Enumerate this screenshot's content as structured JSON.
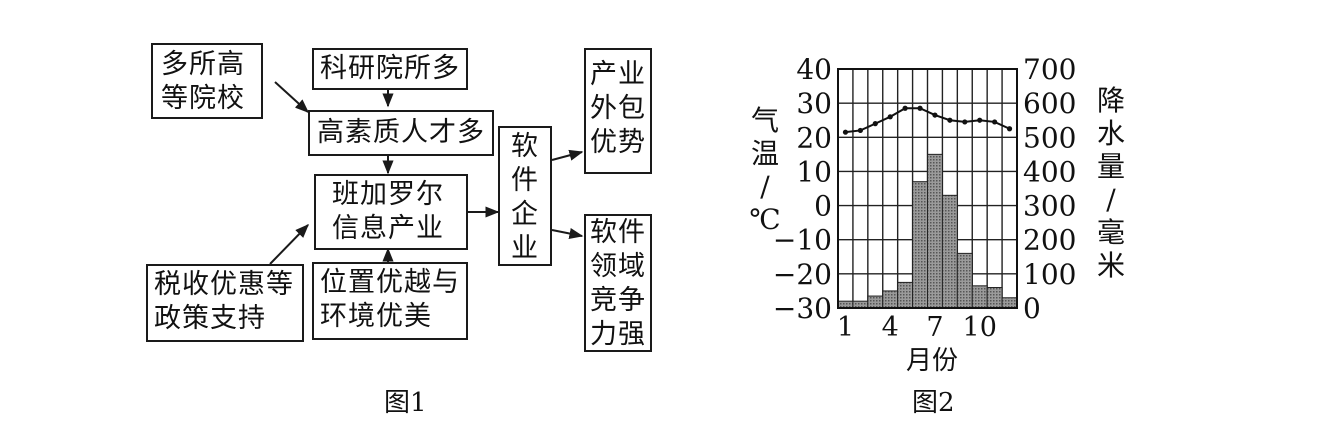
{
  "figure1": {
    "caption": "图1",
    "boxes": {
      "universities": [
        "多所高",
        "等院校"
      ],
      "research": "科研院所多",
      "talent": "高素质人才多",
      "bangalore": [
        "班加罗尔",
        "信息产业"
      ],
      "tax": [
        "税收优惠等",
        "政策支持"
      ],
      "location": [
        "位置优越与",
        "环境优美"
      ],
      "software": [
        "软",
        "件",
        "企",
        "业"
      ],
      "outsourcing": [
        "产业",
        "外包",
        "优势"
      ],
      "competitive": [
        "软件",
        "领域",
        "竞争",
        "力强"
      ]
    }
  },
  "figure2": {
    "caption": "图2",
    "y_left_label": "气温/℃",
    "y_right_label": "降水量/毫米",
    "x_label": "月份"
  },
  "chart_data": {
    "type": "bar+line",
    "x": [
      1,
      2,
      3,
      4,
      5,
      6,
      7,
      8,
      9,
      10,
      11,
      12
    ],
    "x_tick_labels": [
      "1",
      "4",
      "7",
      "10"
    ],
    "x_tick_positions": [
      1,
      4,
      7,
      10
    ],
    "temperature": {
      "axis": "left",
      "unit": "℃",
      "ylim": [
        -30,
        40
      ],
      "ticks": [
        -30,
        -20,
        -10,
        0,
        10,
        20,
        30,
        40
      ],
      "values": [
        21.5,
        22,
        24,
        26,
        28.5,
        28.5,
        26.5,
        25,
        24.5,
        25,
        24.5,
        22.5
      ]
    },
    "precipitation": {
      "axis": "right",
      "unit": "毫米",
      "ylim": [
        0,
        700
      ],
      "ticks": [
        0,
        100,
        200,
        300,
        400,
        500,
        600,
        700
      ],
      "values": [
        20,
        20,
        35,
        50,
        75,
        370,
        450,
        330,
        160,
        65,
        60,
        30
      ]
    },
    "grid": true
  }
}
